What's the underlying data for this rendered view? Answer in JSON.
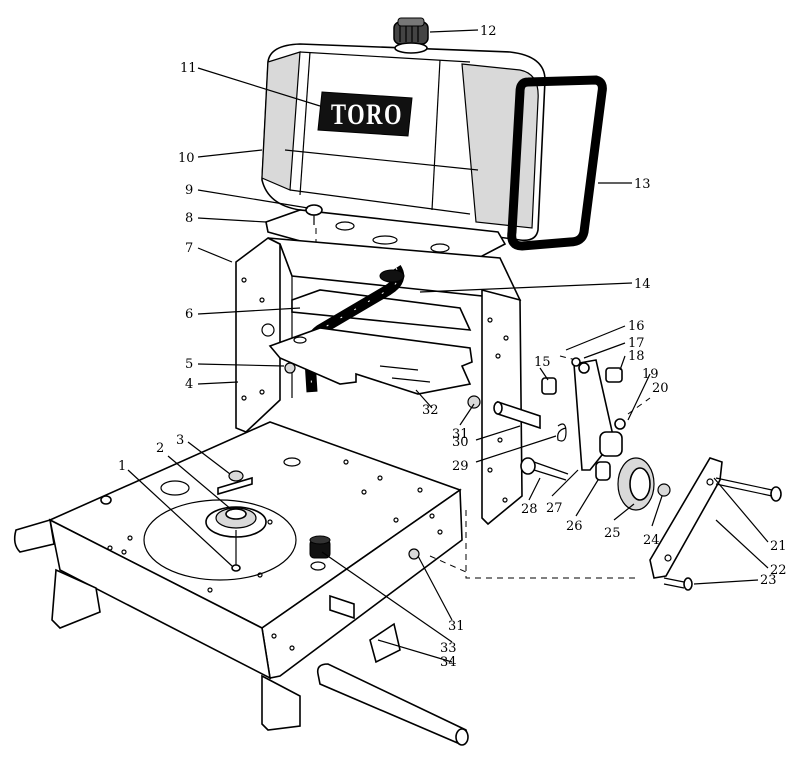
{
  "logo": {
    "text": "TORO"
  },
  "callouts": [
    {
      "id": "1",
      "text": "1"
    },
    {
      "id": "2",
      "text": "2"
    },
    {
      "id": "3",
      "text": "3"
    },
    {
      "id": "4",
      "text": "4"
    },
    {
      "id": "5",
      "text": "5"
    },
    {
      "id": "6",
      "text": "6"
    },
    {
      "id": "7",
      "text": "7"
    },
    {
      "id": "8",
      "text": "8"
    },
    {
      "id": "9",
      "text": "9"
    },
    {
      "id": "10",
      "text": "10"
    },
    {
      "id": "11",
      "text": "11"
    },
    {
      "id": "12",
      "text": "12"
    },
    {
      "id": "13",
      "text": "13"
    },
    {
      "id": "14",
      "text": "14"
    },
    {
      "id": "15",
      "text": "15"
    },
    {
      "id": "16",
      "text": "16"
    },
    {
      "id": "17",
      "text": "17"
    },
    {
      "id": "18",
      "text": "18"
    },
    {
      "id": "19",
      "text": "19"
    },
    {
      "id": "20",
      "text": "20"
    },
    {
      "id": "21",
      "text": "21"
    },
    {
      "id": "22",
      "text": "22"
    },
    {
      "id": "23",
      "text": "23"
    },
    {
      "id": "24",
      "text": "24"
    },
    {
      "id": "25",
      "text": "25"
    },
    {
      "id": "26",
      "text": "26"
    },
    {
      "id": "27",
      "text": "27"
    },
    {
      "id": "28",
      "text": "28"
    },
    {
      "id": "29",
      "text": "29"
    },
    {
      "id": "30",
      "text": "30"
    },
    {
      "id": "31a",
      "text": "31"
    },
    {
      "id": "31b",
      "text": "31"
    },
    {
      "id": "32",
      "text": "32"
    },
    {
      "id": "33",
      "text": "33"
    },
    {
      "id": "34",
      "text": "34"
    }
  ]
}
